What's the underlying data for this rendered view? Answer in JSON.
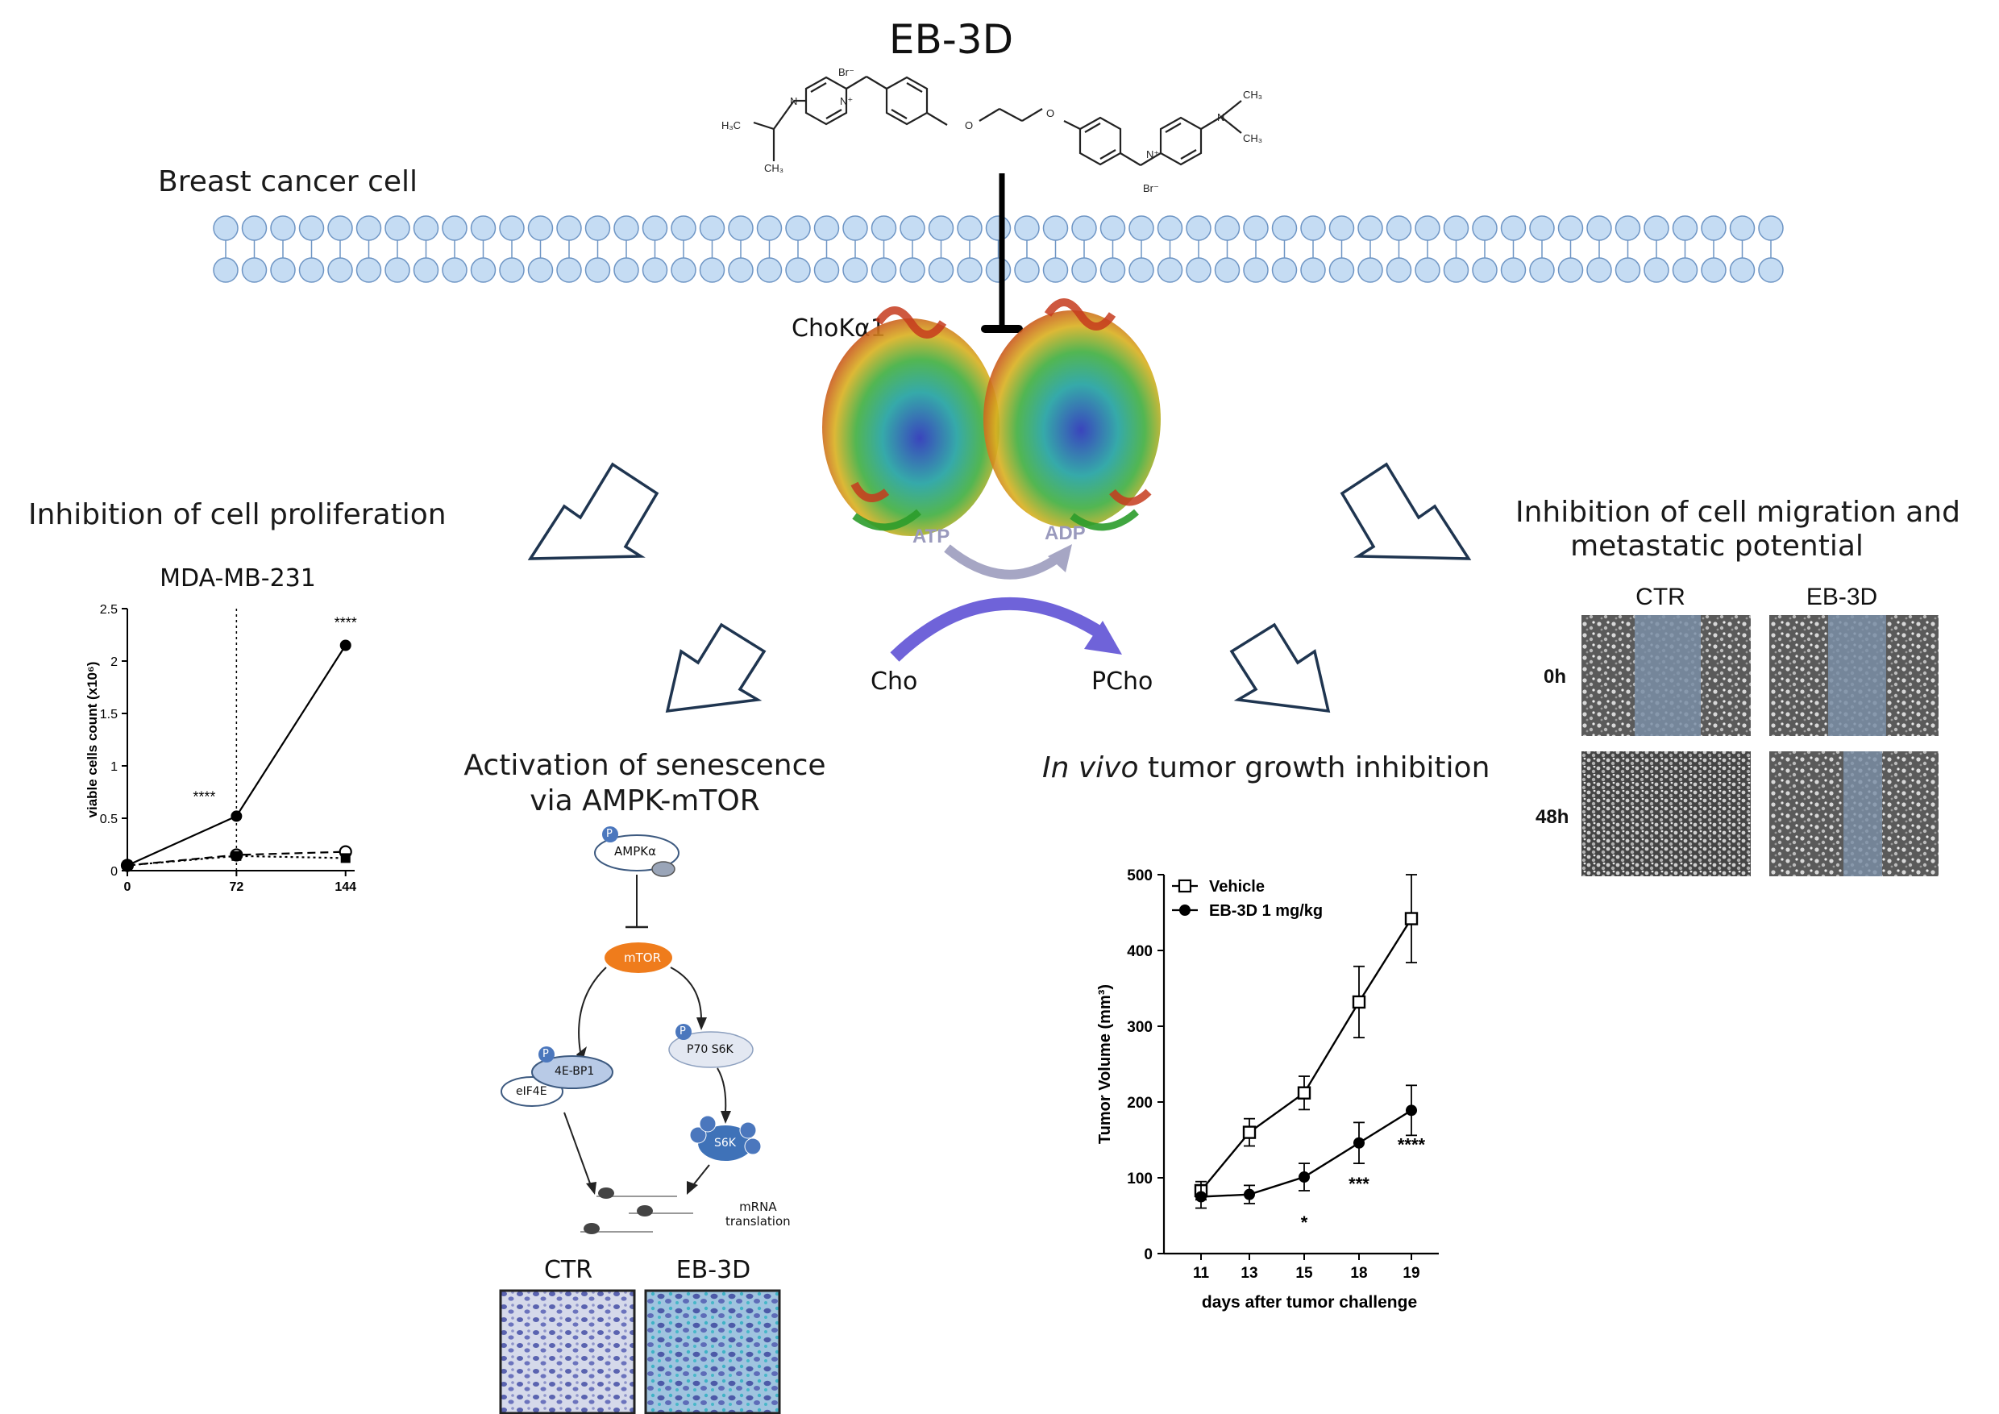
{
  "title": "EB-3D",
  "compound": {
    "left_group_h3c": "H₃C",
    "left_group_ch3": "CH₃",
    "right_group_ch3_top": "CH₃",
    "right_group_ch3_bot": "CH₃",
    "n_label": "N",
    "o_label": "O",
    "br_left": "Br⁻",
    "br_right": "Br⁻",
    "n_plus_left": "N⁺",
    "n_plus_right": "N⁺"
  },
  "cell_label": "Breast cancer cell",
  "enzyme": {
    "label": "ChoKα1",
    "atp": "ATP",
    "adp": "ADP",
    "substrate": "Cho",
    "product": "PCho"
  },
  "effects": {
    "proliferation": "Inhibition of cell proliferation",
    "migration_line1": "Inhibition of cell migration and",
    "migration_line2": "metastatic potential",
    "senescence_line1": "Activation of senescence",
    "senescence_line2": "via AMPK-mTOR",
    "invivo_italic": "In vivo",
    "invivo_rest": " tumor growth inhibition"
  },
  "pathway": {
    "ampk": "AMPKα",
    "mtor": "mTOR",
    "p70s6k": "P70 S6K",
    "ebp1": "4E-BP1",
    "eif4e": "eIF4E",
    "s6k": "S6K",
    "p": "P",
    "mrna_line1": "mRNA",
    "mrna_line2": "translation"
  },
  "senescence_images": {
    "ctr": "CTR",
    "treated": "EB-3D"
  },
  "migration_images": {
    "ctr": "CTR",
    "treated": "EB-3D",
    "t0": "0h",
    "t48": "48h"
  },
  "colors": {
    "arrow_outline": "#1f3550",
    "membrane_fill": "#c5dcf3",
    "membrane_stroke": "#6e95c4",
    "reaction_arrow": "#6f63d9",
    "atp_arrow": "#a6a6c4",
    "mtor": "#ef7c1c",
    "s6k": "#3f72b8",
    "phospho": "#4b77bd"
  },
  "chart_data": [
    {
      "type": "line",
      "title": "MDA-MB-231",
      "ylabel": "viable cells count (x10⁶)",
      "xlabel": "",
      "x": [
        0,
        72,
        144
      ],
      "xticks": [
        "0",
        "72",
        "144"
      ],
      "yticks": [
        "0",
        "0.5",
        "1",
        "1.5",
        "2",
        "2.5"
      ],
      "ylim": [
        0,
        2.5
      ],
      "series": [
        {
          "values": [
            0.05,
            0.52,
            2.15
          ],
          "marker": "filled-circle",
          "line": "solid"
        },
        {
          "values": [
            0.05,
            0.15,
            0.18
          ],
          "marker": "open-circle",
          "line": "dashed"
        },
        {
          "values": [
            0.05,
            0.14,
            0.12
          ],
          "marker": "filled-square",
          "line": "dotted"
        }
      ],
      "annotations": [
        {
          "x": 72,
          "text": "****"
        },
        {
          "x": 144,
          "text": "****"
        }
      ],
      "vline_x": 72
    },
    {
      "type": "line",
      "title": "",
      "ylabel": "Tumor Volume (mm³)",
      "xlabel": "days after tumor challenge",
      "x": [
        11,
        13,
        15,
        18,
        19
      ],
      "xticks": [
        "11",
        "13",
        "15",
        "18",
        "19"
      ],
      "yticks": [
        "0",
        "100",
        "200",
        "300",
        "400",
        "500"
      ],
      "ylim": [
        0,
        500
      ],
      "series": [
        {
          "name": "Vehicle",
          "values": [
            83,
            160,
            212,
            332,
            442
          ],
          "err": [
            12,
            18,
            22,
            47,
            58
          ],
          "marker": "open-square"
        },
        {
          "name": "EB-3D  1 mg/kg",
          "values": [
            75,
            78,
            101,
            146,
            189
          ],
          "err": [
            15,
            12,
            18,
            27,
            33
          ],
          "marker": "filled-circle"
        }
      ],
      "annotations": [
        {
          "x": 15,
          "text": "*"
        },
        {
          "x": 18,
          "text": "***"
        },
        {
          "x": 19,
          "text": "****"
        }
      ]
    }
  ]
}
